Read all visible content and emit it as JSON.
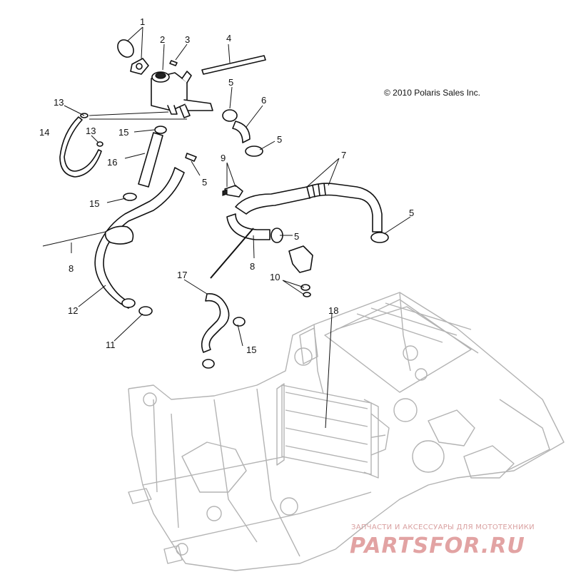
{
  "copyright": "© 2010 Polaris Sales Inc.",
  "callouts": [
    "1",
    "2",
    "3",
    "4",
    "5",
    "5",
    "5",
    "5",
    "5",
    "6",
    "7",
    "8",
    "8",
    "9",
    "10",
    "11",
    "12",
    "13",
    "13",
    "14",
    "15",
    "15",
    "15",
    "16",
    "17",
    "18"
  ],
  "watermark": {
    "tagline": "ЗАПЧАСТИ И АКСЕССУАРЫ ДЛЯ МОТОТЕХНИКИ",
    "logo_text": "PARTSFOR.RU"
  },
  "colors": {
    "line": "#111111",
    "frame": "#b3b3b3",
    "watermark": "#e2a3a3"
  }
}
